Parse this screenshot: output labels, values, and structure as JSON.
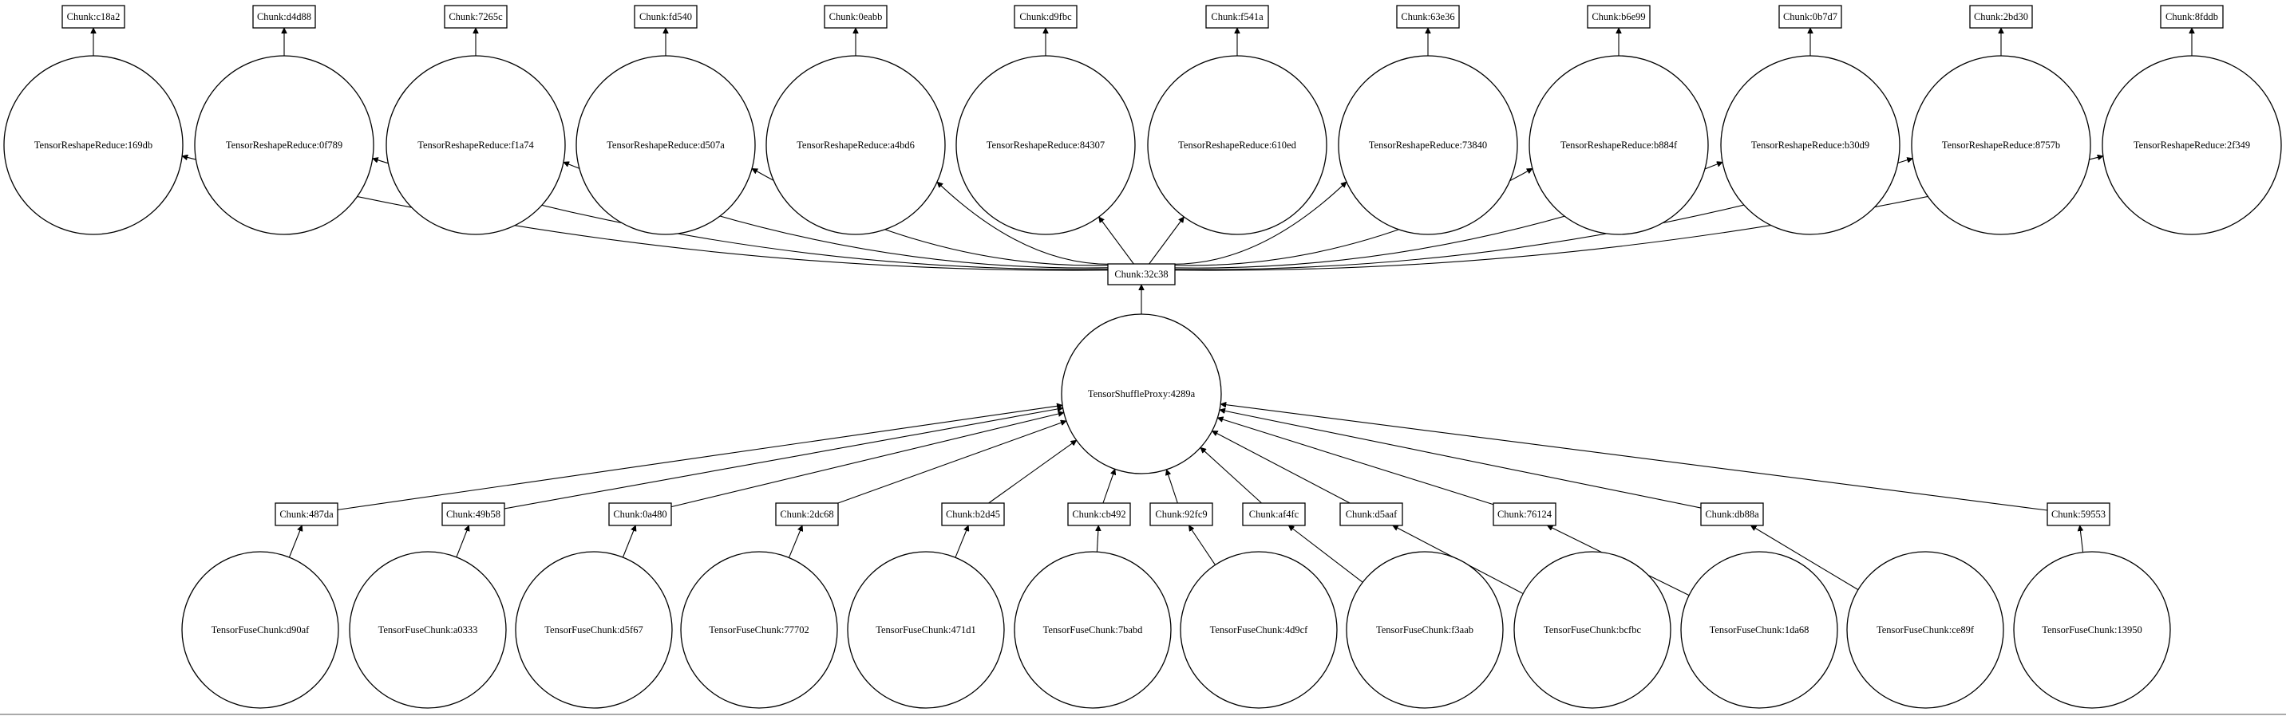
{
  "graph": {
    "top_chunks": [
      "Chunk:c18a2",
      "Chunk:d4d88",
      "Chunk:7265c",
      "Chunk:fd540",
      "Chunk:0eabb",
      "Chunk:d9fbc",
      "Chunk:f541a",
      "Chunk:63e36",
      "Chunk:b6e99",
      "Chunk:0b7d7",
      "Chunk:2bd30",
      "Chunk:8fddb"
    ],
    "reduce_ops": [
      "TensorReshapeReduce:169db",
      "TensorReshapeReduce:0f789",
      "TensorReshapeReduce:f1a74",
      "TensorReshapeReduce:d507a",
      "TensorReshapeReduce:a4bd6",
      "TensorReshapeReduce:84307",
      "TensorReshapeReduce:610ed",
      "TensorReshapeReduce:73840",
      "TensorReshapeReduce:b884f",
      "TensorReshapeReduce:b30d9",
      "TensorReshapeReduce:8757b",
      "TensorReshapeReduce:2f349"
    ],
    "central_chunk": "Chunk:32c38",
    "shuffle_op": "TensorShuffleProxy:4289a",
    "mid_chunks": [
      "Chunk:487da",
      "Chunk:49b58",
      "Chunk:0a480",
      "Chunk:2dc68",
      "Chunk:b2d45",
      "Chunk:cb492",
      "Chunk:92fc9",
      "Chunk:af4fc",
      "Chunk:d5aaf",
      "Chunk:76124",
      "Chunk:db88a",
      "Chunk:59553"
    ],
    "fuse_ops": [
      "TensorFuseChunk:d90af",
      "TensorFuseChunk:a0333",
      "TensorFuseChunk:d5f67",
      "TensorFuseChunk:77702",
      "TensorFuseChunk:471d1",
      "TensorFuseChunk:7babd",
      "TensorFuseChunk:4d9cf",
      "TensorFuseChunk:f3aab",
      "TensorFuseChunk:bcfbc",
      "TensorFuseChunk:1da68",
      "TensorFuseChunk:ce89f",
      "TensorFuseChunk:13950"
    ]
  }
}
